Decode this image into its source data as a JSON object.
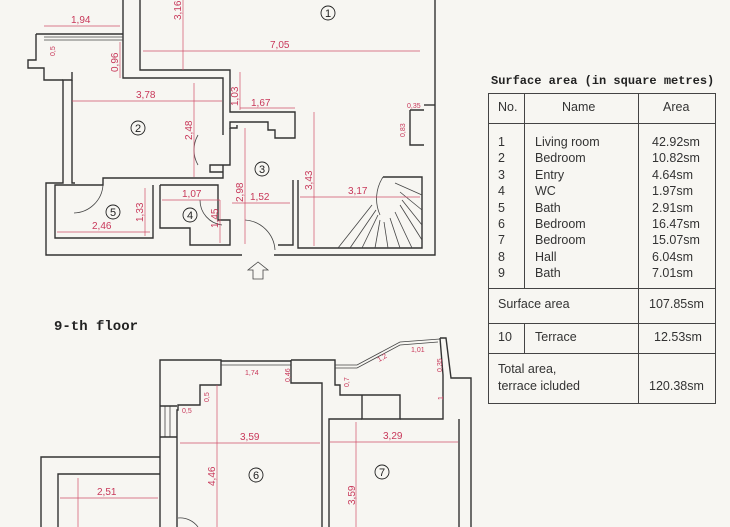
{
  "floors": {
    "lower": {
      "rooms": [
        "1",
        "2",
        "3",
        "4",
        "5"
      ],
      "dimensions": [
        "1,94",
        "3,16",
        "7,05",
        "0,5",
        "0,96",
        "3,78",
        "1,03",
        "1,67",
        "0,35",
        "0,83",
        "2,48",
        "2,98",
        "3,43",
        "1,52",
        "3,17",
        "1,07",
        "1,45",
        "1,33",
        "2,46"
      ]
    },
    "upper": {
      "title": "9-th floor",
      "rooms": [
        "6",
        "7"
      ],
      "dimensions": [
        "1,74",
        "0,46",
        "0,5",
        "0,5",
        "3,59",
        "4,46",
        "0,7",
        "1,2",
        "1,01",
        "0,35",
        "1",
        "3,29",
        "3,59",
        "2,51"
      ]
    }
  },
  "table": {
    "title": "Surface area (in square metres)",
    "headers": {
      "no": "No.",
      "name": "Name",
      "area": "Area"
    },
    "rows": [
      {
        "no": "1",
        "name": "Living room",
        "area": "42.92sm"
      },
      {
        "no": "2",
        "name": "Bedroom",
        "area": "10.82sm"
      },
      {
        "no": "3",
        "name": "Entry",
        "area": "4.64sm"
      },
      {
        "no": "4",
        "name": "WC",
        "area": "1.97sm"
      },
      {
        "no": "5",
        "name": "Bath",
        "area": "2.91sm"
      },
      {
        "no": "6",
        "name": "Bedroom",
        "area": "16.47sm"
      },
      {
        "no": "7",
        "name": "Bedroom",
        "area": "15.07sm"
      },
      {
        "no": "8",
        "name": "Hall",
        "area": "6.04sm"
      },
      {
        "no": "9",
        "name": "Bath",
        "area": "7.01sm"
      }
    ],
    "surface": {
      "label": "Surface area",
      "area": "107.85sm"
    },
    "terrace": {
      "no": "10",
      "name": "Terrace",
      "area": "12.53sm"
    },
    "total": {
      "label_line1": "Total area,",
      "label_line2": "terrace icluded",
      "area": "120.38sm"
    }
  },
  "colors": {
    "walls": "#333333",
    "dimensions": "#c8385a",
    "paper": "#f7f6f2"
  }
}
